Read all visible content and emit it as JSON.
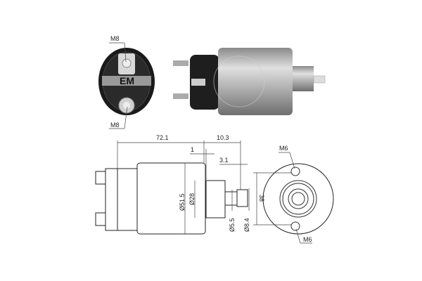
{
  "photo": {
    "end_view_labels": [
      "M8",
      "M8"
    ],
    "logo_text": "EM"
  },
  "drawing": {
    "dimensions": {
      "overall_length": "72.1",
      "plunger_extension": "10.3",
      "flange_offset": "1",
      "tip_offset": "3.1",
      "body_diameter": "Ø51.5",
      "plunger_diameter": "Ø28",
      "rod_diameter": "Ø5.5",
      "tip_diameter": "Ø8.4",
      "hole_spacing": "38"
    },
    "hole_labels": [
      "M6",
      "M6"
    ]
  },
  "colors": {
    "line": "#333333",
    "photo_dark": "#1a1a1a",
    "photo_metal": "#b8b8b8"
  }
}
